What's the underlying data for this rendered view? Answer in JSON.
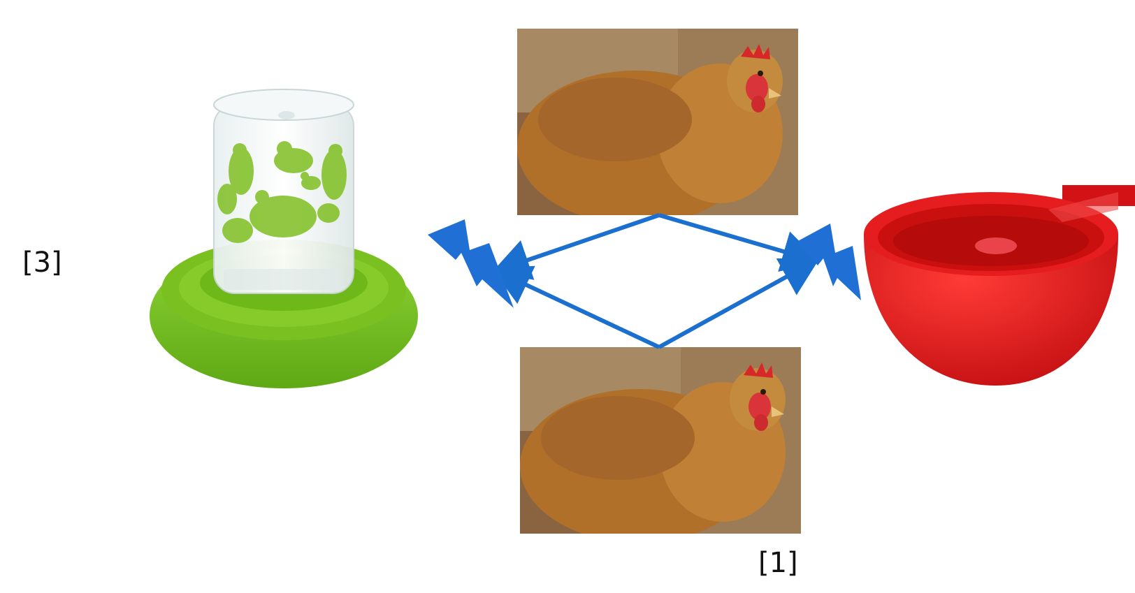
{
  "labels": {
    "left_reference": "[3]",
    "bottom_reference": "[1]"
  },
  "icons": {
    "feeder": "green-jar-poultry-feeder",
    "water_cup": "red-water-cup",
    "top_photo": "hen-photo",
    "bottom_photo": "hen-photo",
    "left_lightning": "lightning-bolt-icon",
    "right_lightning": "lightning-bolt-icon"
  },
  "colors": {
    "arrow_blue": "#1a6fcf",
    "bolt_blue": "#1f6fd4",
    "feeder_green": "#7cc624",
    "cup_red": "#e0191a",
    "hen_brown": "#b9782c"
  }
}
